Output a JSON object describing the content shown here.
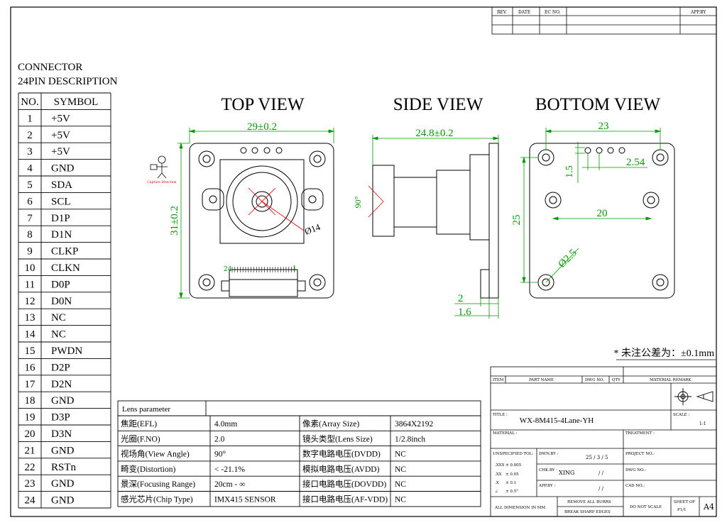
{
  "connector": {
    "title_line1": "CONNECTOR",
    "title_line2": "24PIN DESCRIPTION",
    "col_no": "NO.",
    "col_symbol": "SYMBOL",
    "pins": [
      {
        "no": "1",
        "symbol": "+5V"
      },
      {
        "no": "2",
        "symbol": "+5V"
      },
      {
        "no": "3",
        "symbol": "+5V"
      },
      {
        "no": "4",
        "symbol": "GND"
      },
      {
        "no": "5",
        "symbol": "SDA"
      },
      {
        "no": "6",
        "symbol": "SCL"
      },
      {
        "no": "7",
        "symbol": "D1P"
      },
      {
        "no": "8",
        "symbol": "D1N"
      },
      {
        "no": "9",
        "symbol": "CLKP"
      },
      {
        "no": "10",
        "symbol": "CLKN"
      },
      {
        "no": "11",
        "symbol": "D0P"
      },
      {
        "no": "12",
        "symbol": "D0N"
      },
      {
        "no": "13",
        "symbol": "NC"
      },
      {
        "no": "14",
        "symbol": "NC"
      },
      {
        "no": "15",
        "symbol": "PWDN"
      },
      {
        "no": "16",
        "symbol": "D2P"
      },
      {
        "no": "17",
        "symbol": "D2N"
      },
      {
        "no": "18",
        "symbol": "GND"
      },
      {
        "no": "19",
        "symbol": "D3P"
      },
      {
        "no": "20",
        "symbol": "D3N"
      },
      {
        "no": "21",
        "symbol": "GND"
      },
      {
        "no": "22",
        "symbol": "RSTn"
      },
      {
        "no": "23",
        "symbol": "GND"
      },
      {
        "no": "24",
        "symbol": "GND"
      }
    ]
  },
  "views": {
    "top": "TOP VIEW",
    "side": "SIDE VIEW",
    "bottom": "BOTTOM VIEW"
  },
  "dims": {
    "top_width": "29±0.2",
    "top_height": "31±0.2",
    "lens_dia": "Ø14",
    "pin24": "24",
    "pin1": "1",
    "capture_direction": "Capture Direction",
    "side_width": "24.8±0.2",
    "side_angle": "90°",
    "side_2": "2",
    "side_16": "1.6",
    "bottom_23": "23",
    "bottom_15": "1.5",
    "bottom_254": "2.54",
    "bottom_20": "20",
    "bottom_25": "25",
    "bottom_hole": "Ø2.5"
  },
  "tolerance_note": "* 未注公差为：±0.1mm",
  "revision": {
    "rev": "REV.",
    "date": "DATE",
    "ec_no": "EC NO.",
    "app_by": "APP.BY"
  },
  "lens": {
    "title": "Lens parameter",
    "rows": [
      {
        "k1": "焦距(EFL)",
        "v1": "4.0mm",
        "k2": "像素(Array Size)",
        "v2": "3864X2192"
      },
      {
        "k1": "光圈(F.NO)",
        "v1": "2.0",
        "k2": "镜头类型(Lens Size)",
        "v2": "1/2.8inch"
      },
      {
        "k1": "视场角(View Angle)",
        "v1": "90°",
        "k2": "数字电路电压(DVDD)",
        "v2": "NC"
      },
      {
        "k1": "畸变(Distortion)",
        "v1": "< -21.1%",
        "k2": "模拟电路电压(AVDD)",
        "v2": "NC"
      },
      {
        "k1": "景深(Focusing Range)",
        "v1": "20cm - ∞",
        "k2": "接口电路电压(DOVDD)",
        "v2": "NC"
      },
      {
        "k1": "感光芯片(Chip Type)",
        "v1": "IMX415 SENSOR",
        "k2": "接口电路电压(AF-VDD)",
        "v2": "NC"
      }
    ]
  },
  "titleblock": {
    "item": "ITEM",
    "part_name": "PART NAME",
    "dwg_no": "DWG NO.",
    "qty": "QTY",
    "material_remark": "MATERIAL REMARK",
    "title_label": "TITLE :",
    "title_value": "WX-8M415-4Lane-YH",
    "scale_label": "SCALE :",
    "scale_value": "1:1",
    "material_label": "MATERIAL :",
    "treatment_label": "TREATMENT :",
    "unspecified": "UNSPECIFIED TOL:",
    "tol_xxx": ".XXX",
    "tol_xxx_v": "± 0.005",
    "tol_xx": ".XX",
    "tol_xx_v": "± 0.05",
    "tol_x": ".X",
    "tol_x_v": "± 0.1",
    "tol_ang": "∠",
    "tol_ang_v": "± 0.5°",
    "dwn_by": "DWN.BY :",
    "dwn_date": "25 / 3 / 5",
    "chk_by": "CHK.BY :",
    "chk_name": "XING",
    "chk_date": "/ /",
    "app_by": "APP.BY :",
    "app_date": "/ /",
    "project_no": "PROJECT NO.:",
    "dwg_no_label": "DWG NO.:",
    "cad_no": "CAD NO.:",
    "remove_burrs": "REMOVE ALL BURRS",
    "break_edges": "BREAK SHARP EDGES",
    "all_dim": "ALL DIMENSION IN MM",
    "do_not_scale": "DO NOT SCALE",
    "sheet_of": "SHEET OF",
    "sheet_val": "P1/1",
    "size": "A4"
  }
}
